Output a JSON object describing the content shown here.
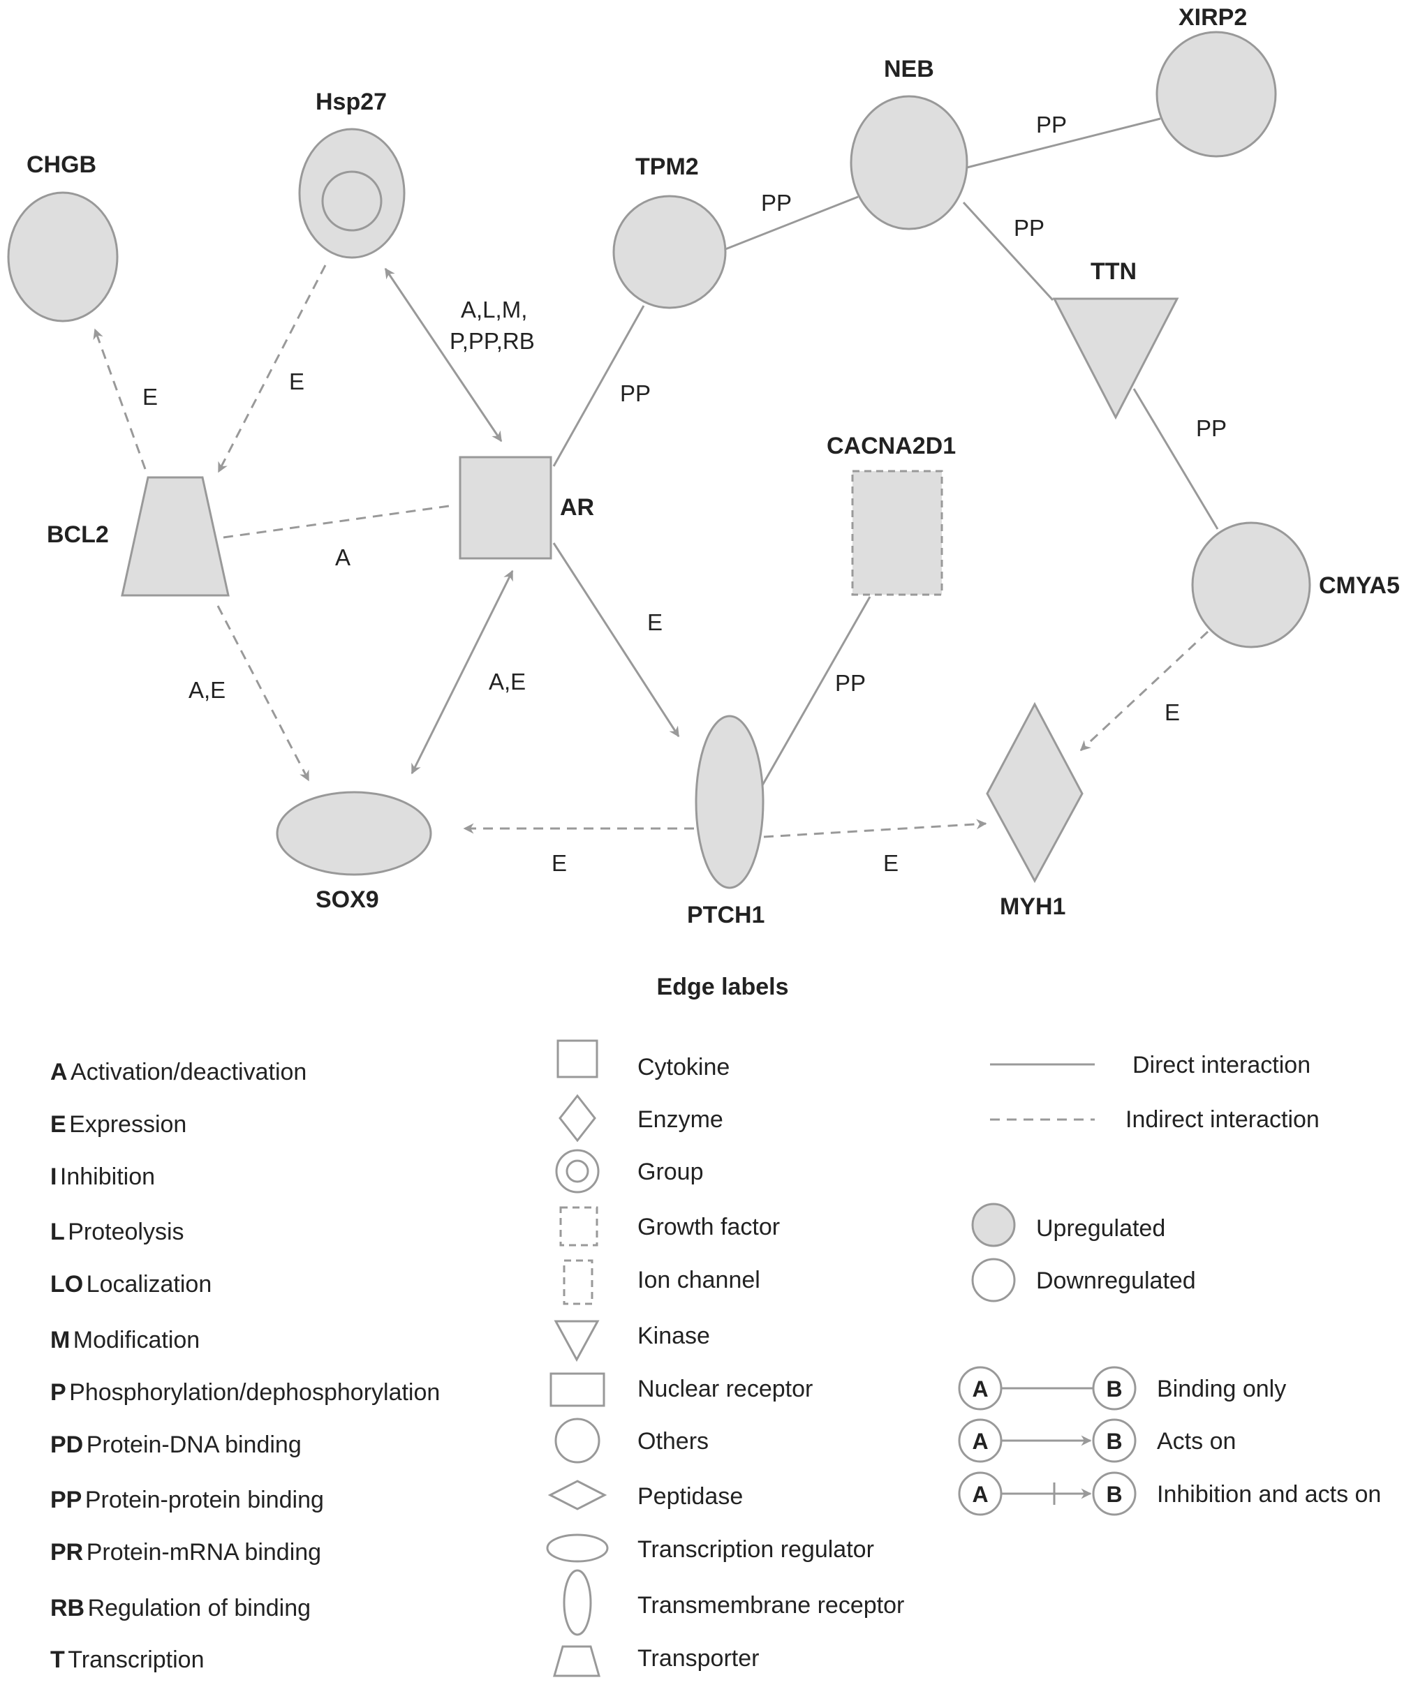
{
  "nodes": {
    "chgb": "CHGB",
    "hsp27": "Hsp27",
    "tpm2": "TPM2",
    "neb": "NEB",
    "xirp2": "XIRP2",
    "ttn": "TTN",
    "bcl2": "BCL2",
    "ar": "AR",
    "cacna2d1": "CACNA2D1",
    "cmya5": "CMYA5",
    "sox9": "SOX9",
    "ptch1": "PTCH1",
    "myh1": "MYH1"
  },
  "edges": {
    "bcl2_chgb": "E",
    "hsp27_bcl2": "E",
    "hsp27_ar_line1": "A,L,M,",
    "hsp27_ar_line2": "P,PP,RB",
    "tpm2_neb": "PP",
    "neb_xirp2": "PP",
    "neb_ttn": "PP",
    "ar_tpm2": "PP",
    "ttn_cmya5": "PP",
    "bcl2_ar": "A",
    "ar_ptch1": "E",
    "cacna2d1_ptch1": "PP",
    "cmya5_myh1": "E",
    "bcl2_sox9": "A,E",
    "ar_sox9": "A,E",
    "ptch1_sox9": "E",
    "ptch1_myh1": "E"
  },
  "legend": {
    "title": "Edge labels",
    "abbreviations": [
      {
        "code": "A",
        "text": "Activation/deactivation"
      },
      {
        "code": "E",
        "text": "Expression"
      },
      {
        "code": "I",
        "text": "Inhibition"
      },
      {
        "code": "L",
        "text": "Proteolysis"
      },
      {
        "code": "LO",
        "text": "Localization"
      },
      {
        "code": "M",
        "text": "Modification"
      },
      {
        "code": "P",
        "text": "Phosphorylation/dephosphorylation"
      },
      {
        "code": "PD",
        "text": "Protein-DNA binding"
      },
      {
        "code": "PP",
        "text": "Protein-protein binding"
      },
      {
        "code": "PR",
        "text": "Protein-mRNA binding"
      },
      {
        "code": "RB",
        "text": "Regulation of binding"
      },
      {
        "code": "T",
        "text": "Transcription"
      }
    ],
    "shapes": [
      "Cytokine",
      "Enzyme",
      "Group",
      "Growth factor",
      "Ion channel",
      "Kinase",
      "Nuclear receptor",
      "Others",
      "Peptidase",
      "Transcription regulator",
      "Transmembrane receptor",
      "Transporter"
    ],
    "lines": {
      "direct": "Direct interaction",
      "indirect": "Indirect interaction"
    },
    "regulation": {
      "up": "Upregulated",
      "down": "Downregulated"
    },
    "relations": {
      "node_a": "A",
      "node_b": "B",
      "binding": "Binding only",
      "acts_on": "Acts on",
      "inhibition": "Inhibition and acts on"
    }
  }
}
